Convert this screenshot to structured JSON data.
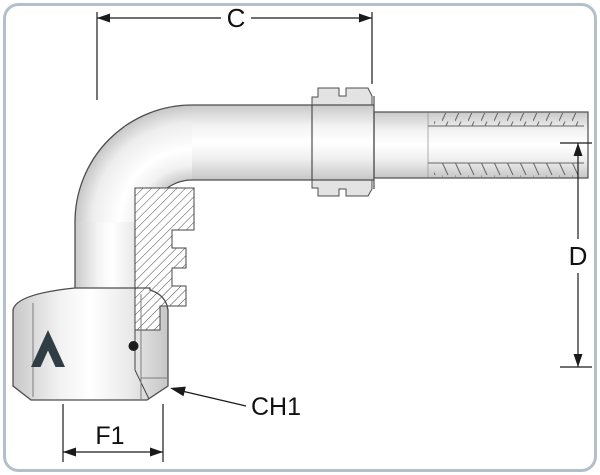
{
  "diagram": {
    "type": "technical-drawing",
    "subject": "90-degree elbow swivel hose fitting, partial section view",
    "labels": {
      "c": "C",
      "d": "D",
      "f1": "F1",
      "ch1": "CH1"
    },
    "colors": {
      "frame_border": "#b3c0c9",
      "outline": "#4d4d4d",
      "dimension": "#1a1a1a",
      "logo": "#2f3d45",
      "o_ring": "#1b1b1b",
      "metal_highlight": "#ffffff",
      "metal_shadow": "#c6c6c6"
    },
    "icons": {
      "logo": "manufacturer-logo",
      "o_ring": "o-ring-dot"
    }
  }
}
